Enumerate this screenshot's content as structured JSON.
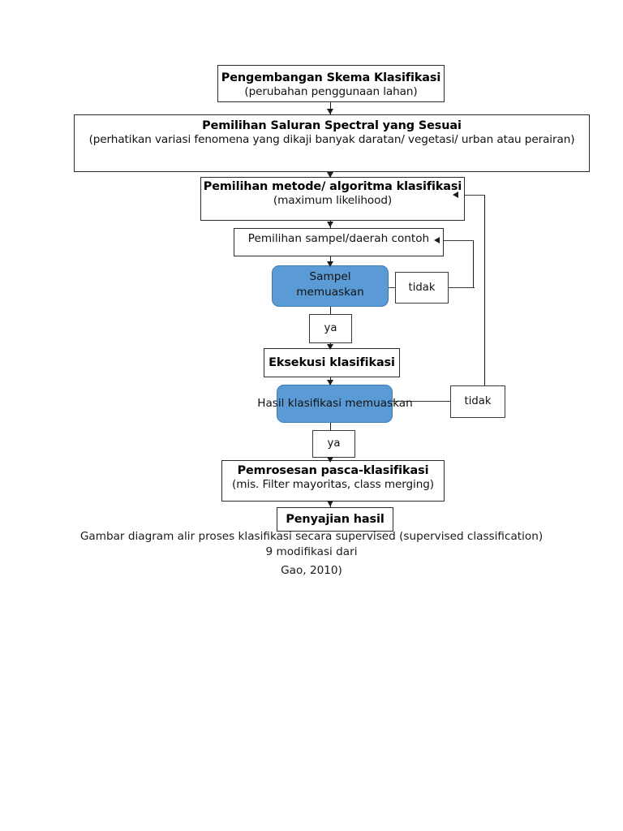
{
  "diagram": {
    "title": "Diagram alir proses klasifikasi secara supervised",
    "colors": {
      "decision_fill": "#5B9BD5",
      "decision_stroke": "#3F7CB4",
      "box_stroke": "#2B2B2B",
      "line": "#1C1C1C",
      "background": "#FFFFFF"
    },
    "nodes": {
      "skema": {
        "title": "Pengembangan Skema Klasifikasi",
        "subtitle": "(perubahan penggunaan lahan)"
      },
      "saluran": {
        "title": "Pemilihan Saluran Spectral yang Sesuai",
        "subtitle": "(perhatikan variasi fenomena yang dikaji banyak daratan/ vegetasi/ urban atau perairan)"
      },
      "metode": {
        "title": "Pemilihan metode/ algoritma klasifikasi",
        "subtitle": "(maximum likelihood)"
      },
      "sampel": {
        "title": "Pemilihan sampel/daerah contoh"
      },
      "sampel_memuaskan": {
        "line1": "Sampel",
        "line2": "memuaskan"
      },
      "eksekusi": {
        "title": "Eksekusi klasifikasi"
      },
      "hasil_memuaskan": {
        "title": "Hasil klasifikasi memuaskan"
      },
      "pasca": {
        "title": "Pemrosesan pasca-klasifikasi",
        "subtitle": "(mis. Filter mayoritas, class merging)"
      },
      "penyajian": {
        "title": "Penyajian hasil"
      }
    },
    "edge_labels": {
      "tidak_sampel": "tidak",
      "ya_sampel": "ya",
      "tidak_hasil": "tidak",
      "ya_hasil": "ya"
    }
  },
  "caption": {
    "line1": "Gambar diagram alir proses klasifikasi secara supervised (supervised classification)",
    "line2": "9 modifikasi dari",
    "line3": "Gao, 2010)"
  }
}
